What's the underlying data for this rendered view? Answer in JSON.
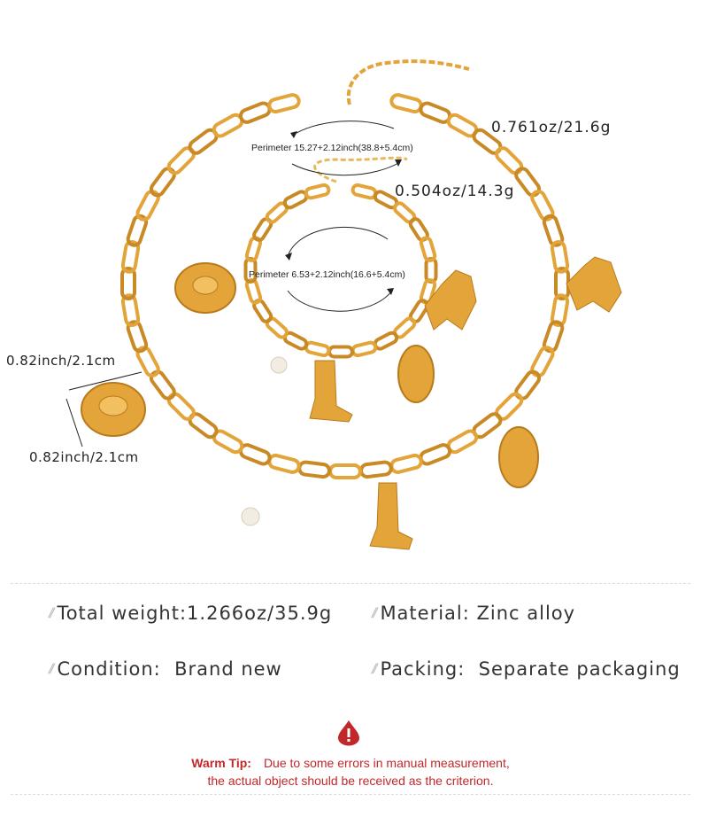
{
  "necklace": {
    "weight": "0.761oz/21.6g",
    "perimeter": "Perimeter 15.27+2.12inch(38.8+5.4cm)"
  },
  "bracelet": {
    "weight": "0.504oz/14.3g",
    "perimeter": "Perimeter 6.53+2.12inch(16.6+5.4cm)"
  },
  "charm_dims": {
    "width": "0.82inch/2.1cm",
    "height": "0.82inch/2.1cm"
  },
  "specs": [
    {
      "label": "Total weight",
      "sep": ":",
      "value": "1.266oz/35.9g"
    },
    {
      "label": "Material",
      "sep": ":",
      "value": "Zinc alloy"
    },
    {
      "label": "Condition",
      "sep": ":",
      "value": "Brand new"
    },
    {
      "label": "Packing",
      "sep": ":",
      "value": "Separate packaging"
    }
  ],
  "warning": {
    "icon": "warning-drop-icon",
    "title": "Warm Tip:",
    "line1": "Due to some errors in manual measurement,",
    "line2": "the actual object should be received as the criterion."
  },
  "colors": {
    "gold": "#e3a43a",
    "gold_dark": "#b97a1c",
    "red": "#c0282a"
  }
}
